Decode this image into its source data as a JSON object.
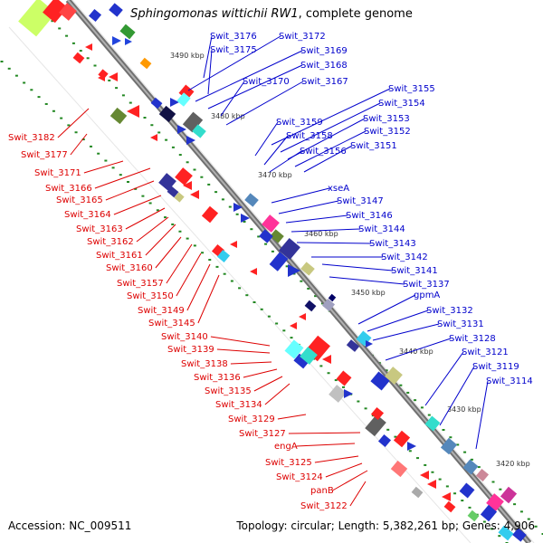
{
  "title": {
    "organism": "Sphingomonas wittichii RW1",
    "rest": ", complete genome"
  },
  "footer": {
    "accession": "Accession: NC_009511",
    "summary": "Topology: circular; Length: 5,382,261 bp; Genes: 4,906"
  },
  "kbp_ticks": [
    "3490 kbp",
    "3480 kbp",
    "3470 kbp",
    "3460 kbp",
    "3450 kbp",
    "3440 kbp",
    "3430 kbp",
    "3420 kbp"
  ],
  "colors": {
    "forward_label": "#0000cc",
    "reverse_label": "#dd0000",
    "axis": "#888888",
    "tick_dot": "#228822"
  },
  "labels_forward": [
    "Swit_3176",
    "Swit_3172",
    "Swit_3175",
    "Swit_3169",
    "Swit_3168",
    "Swit_3170",
    "Swit_3167",
    "Swit_3155",
    "Swit_3154",
    "Swit_3153",
    "Swit_3159",
    "Swit_3152",
    "Swit_3158",
    "Swit_3151",
    "Swit_3156",
    "xseA",
    "Swit_3147",
    "Swit_3146",
    "Swit_3144",
    "Swit_3143",
    "Swit_3142",
    "Swit_3141",
    "Swit_3137",
    "gpmA",
    "Swit_3132",
    "Swit_3131",
    "Swit_3128",
    "Swit_3121",
    "Swit_3119",
    "Swit_3114"
  ],
  "labels_reverse": [
    "Swit_3182",
    "Swit_3177",
    "Swit_3171",
    "Swit_3166",
    "Swit_3165",
    "Swit_3164",
    "Swit_3163",
    "Swit_3162",
    "Swit_3161",
    "Swit_3160",
    "Swit_3157",
    "Swit_3150",
    "Swit_3149",
    "Swit_3145",
    "Swit_3140",
    "Swit_3139",
    "Swit_3138",
    "Swit_3136",
    "Swit_3135",
    "Swit_3134",
    "Swit_3129",
    "Swit_3127",
    "engA",
    "Swit_3125",
    "Swit_3124",
    "panB",
    "Swit_3122"
  ]
}
